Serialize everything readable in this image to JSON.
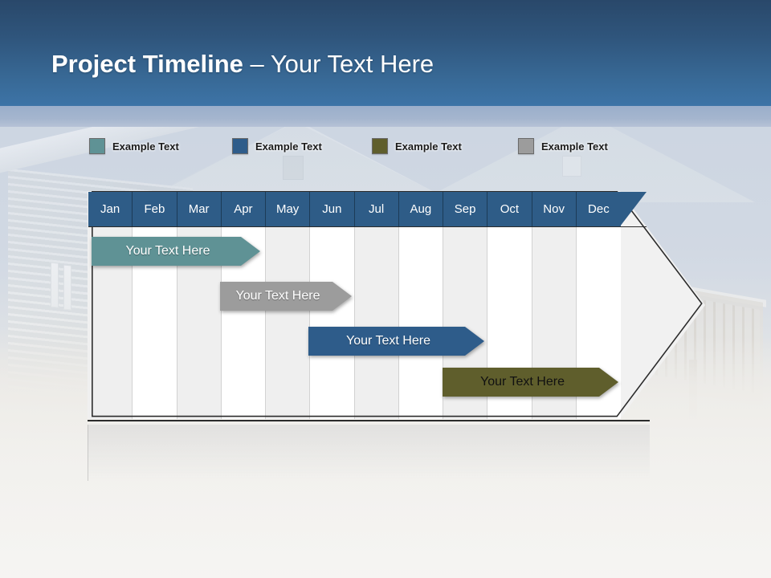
{
  "slide": {
    "title_strong": "Project Timeline",
    "title_light": " – Your Text Here",
    "background_top_color": "#29486a",
    "background_bottom_color": "#3d74a7",
    "accent_color": "#2e5c87"
  },
  "legend": {
    "items": [
      {
        "label": "Example Text",
        "color": "#5f9295",
        "name": "teal"
      },
      {
        "label": "Example Text",
        "color": "#2e5c8a",
        "name": "blue"
      },
      {
        "label": "Example Text",
        "color": "#5f5e2c",
        "name": "olive"
      },
      {
        "label": "Example Text",
        "color": "#9c9c9c",
        "name": "gray"
      }
    ]
  },
  "chart_data": {
    "type": "bar",
    "title": "Project Timeline – Your Text Here",
    "xlabel": "",
    "ylabel": "",
    "categories": [
      "Jan",
      "Feb",
      "Mar",
      "Apr",
      "May",
      "Jun",
      "Jul",
      "Aug",
      "Sep",
      "Oct",
      "Nov",
      "Dec"
    ],
    "legend_position": "top",
    "grid": true,
    "series": [
      {
        "name": "Example Text",
        "label": "Your  Text Here",
        "color": "#5f9295",
        "text_color": "#ffffff",
        "start_month": "Jan",
        "end_month": "Apr",
        "start_index": 0,
        "span": 3.8
      },
      {
        "name": "Example Text",
        "label": "Your  Text Here",
        "color": "#9c9c9c",
        "text_color": "#ffffff",
        "start_month": "Apr",
        "end_month": "Jun",
        "start_index": 3,
        "span": 2.95
      },
      {
        "name": "Example Text",
        "label": "Your  Text Here",
        "color": "#2e5c8a",
        "text_color": "#ffffff",
        "start_month": "Jun",
        "end_month": "Sep",
        "start_index": 5,
        "span": 3.95
      },
      {
        "name": "Example Text",
        "label": "Your  Text Here",
        "color": "#5f5e2c",
        "text_color": "#111111",
        "start_month": "Sep",
        "end_month": "Dec",
        "start_index": 8,
        "span": 3.95
      }
    ]
  }
}
